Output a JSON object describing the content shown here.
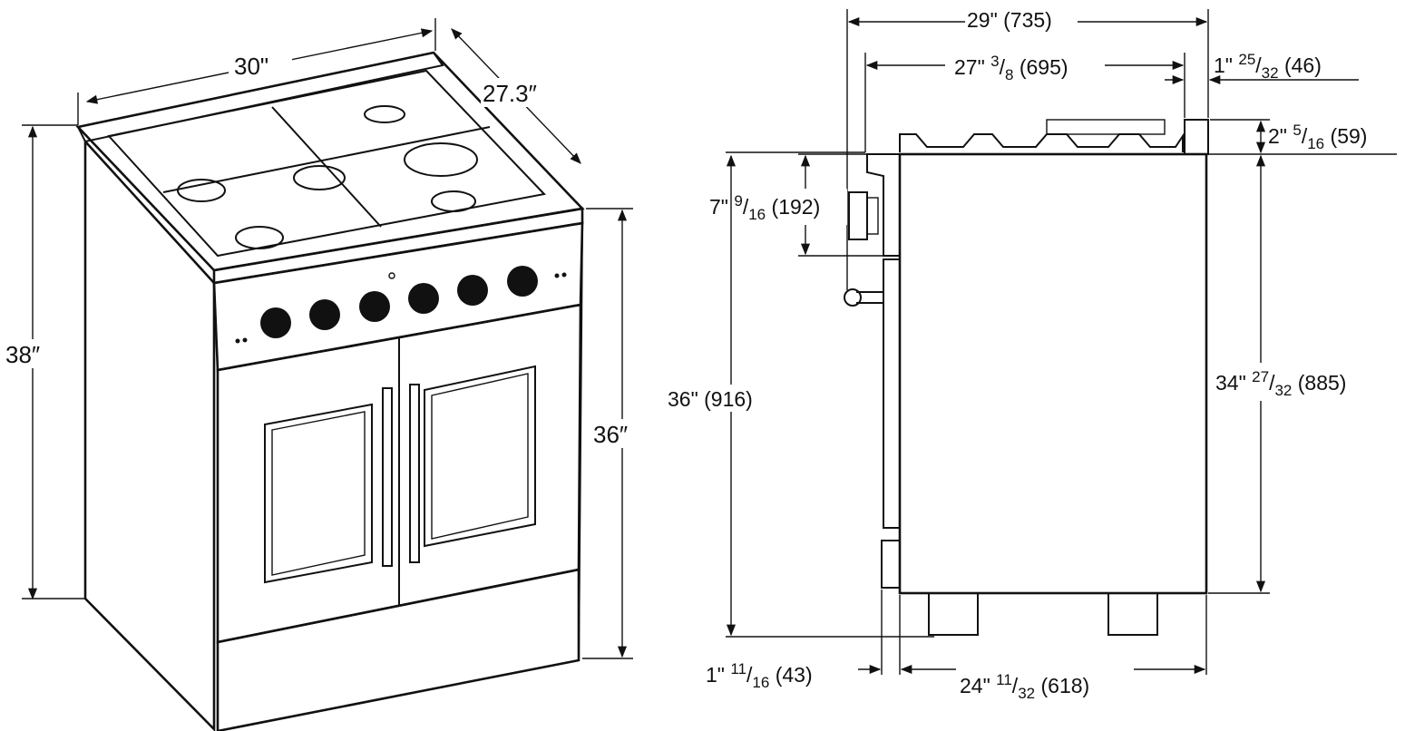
{
  "perspective_view": {
    "width_label": "30\"",
    "depth_label": "27.3″",
    "height_label": "38″",
    "counter_height_label": "36″"
  },
  "side_view": {
    "overall_depth": {
      "whole": "29\"",
      "mm": "(735)"
    },
    "body_depth": {
      "whole": "27\"",
      "num": "3",
      "den": "8",
      "mm": "(695)"
    },
    "backguard_depth": {
      "whole": "1\"",
      "num": "25",
      "den": "32",
      "mm": "(46)"
    },
    "backguard_height": {
      "whole": "2\"",
      "num": "5",
      "den": "16",
      "mm": "(59)"
    },
    "control_panel_height": {
      "whole": "7\"",
      "num": "9",
      "den": "16",
      "mm": "(192)"
    },
    "overall_height": {
      "whole": "36\"",
      "mm": "(916)"
    },
    "body_height": {
      "whole": "34\"",
      "num": "27",
      "den": "32",
      "mm": "(885)"
    },
    "handle_depth": {
      "whole": "1\"",
      "num": "11",
      "den": "16",
      "mm": "(43)"
    },
    "cabinet_depth": {
      "whole": "24\"",
      "num": "11",
      "den": "32",
      "mm": "(618)"
    }
  }
}
